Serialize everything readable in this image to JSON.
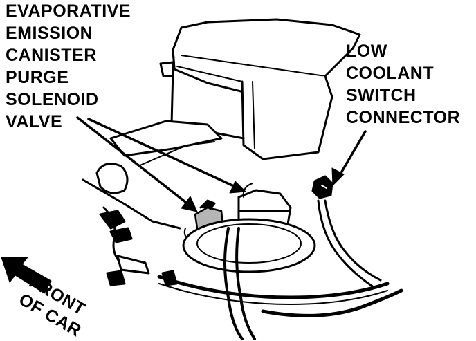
{
  "labels": {
    "purge_valve": [
      "EVAPORATIVE",
      "EMISSION",
      "CANISTER",
      "PURGE",
      "SOLENOID",
      "VALVE"
    ],
    "coolant_switch": [
      "LOW",
      "COOLANT",
      "SWITCH",
      "CONNECTOR"
    ],
    "front": [
      "FRONT",
      "OF CAR"
    ]
  },
  "colors": {
    "ink": "#000000",
    "paper": "#ffffff",
    "highlight": "#b5b5b5"
  }
}
